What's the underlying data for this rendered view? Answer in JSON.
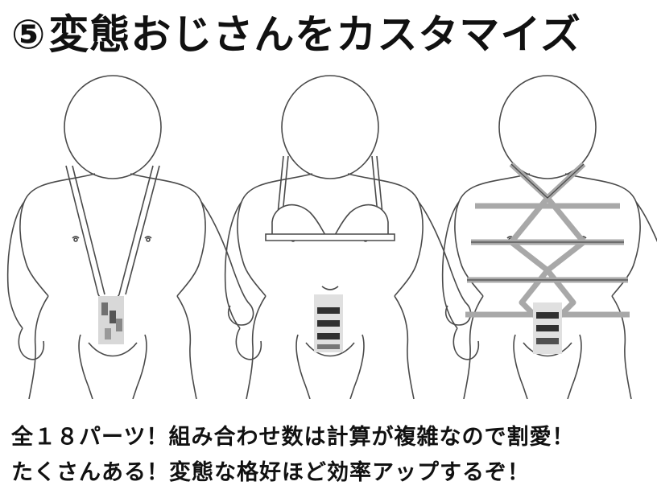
{
  "title": {
    "number": "⑤",
    "text": "変態おじさんをカスタマイズ"
  },
  "caption": {
    "line1": "全１８パーツ！組み合わせ数は計算が複雑なので割愛！",
    "line2": "たくさんある！変態な格好ほど効率アップするぞ！"
  },
  "colors": {
    "line": "#4a4a4a",
    "rope": "#a8a8a8",
    "mosaic_dark": "#303030",
    "mosaic_light": "#d8d8d8"
  }
}
